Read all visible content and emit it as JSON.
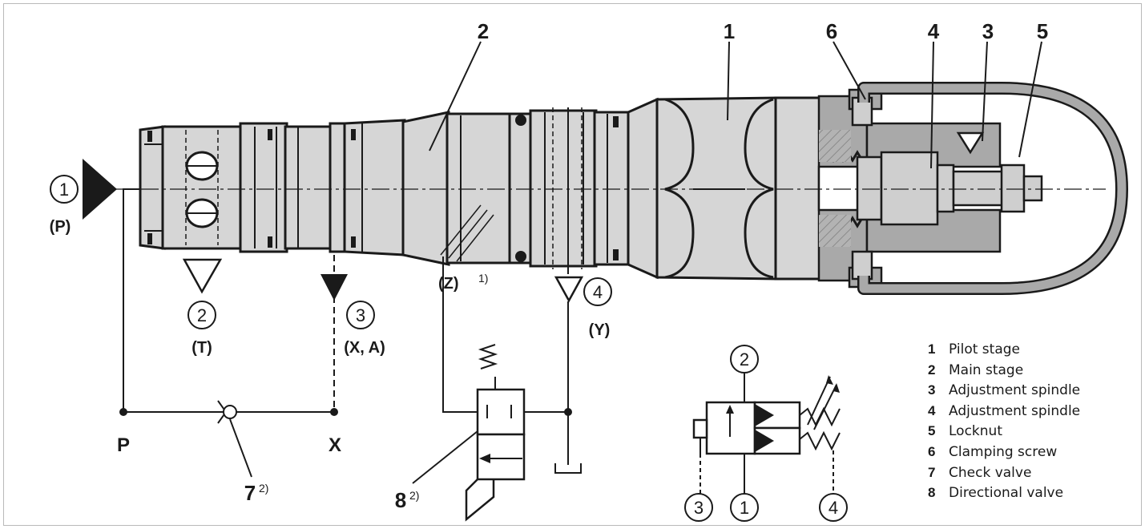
{
  "callouts": {
    "c1": "1",
    "c2": "2",
    "c3": "3",
    "c4": "4",
    "c5": "5",
    "c6": "6",
    "c7": "7",
    "c8": "8",
    "sup2": "2)",
    "sup1": "1)"
  },
  "ports": {
    "p_num": "1",
    "p_name": "(P)",
    "t_num": "2",
    "t_name": "(T)",
    "xa_num": "3",
    "xa_name": "(X, A)",
    "y_num": "4",
    "y_name": "(Y)",
    "z_name": "(Z)",
    "P": "P",
    "X": "X"
  },
  "symbol": {
    "top": "2",
    "left": "3",
    "bottom": "1",
    "right": "4"
  },
  "legend": [
    {
      "num": "1",
      "label": "Pilot stage"
    },
    {
      "num": "2",
      "label": "Main stage"
    },
    {
      "num": "3",
      "label": "Adjustment spindle"
    },
    {
      "num": "4",
      "label": "Adjustment spindle"
    },
    {
      "num": "5",
      "label": "Locknut"
    },
    {
      "num": "6",
      "label": "Clamping screw"
    },
    {
      "num": "7",
      "label": "Check valve"
    },
    {
      "num": "8",
      "label": "Directional valve"
    }
  ],
  "colors": {
    "metal": "#d4d4d4",
    "section": "#a6a6a6",
    "ink": "#1a1a1a",
    "border": "#b9b9b9"
  }
}
